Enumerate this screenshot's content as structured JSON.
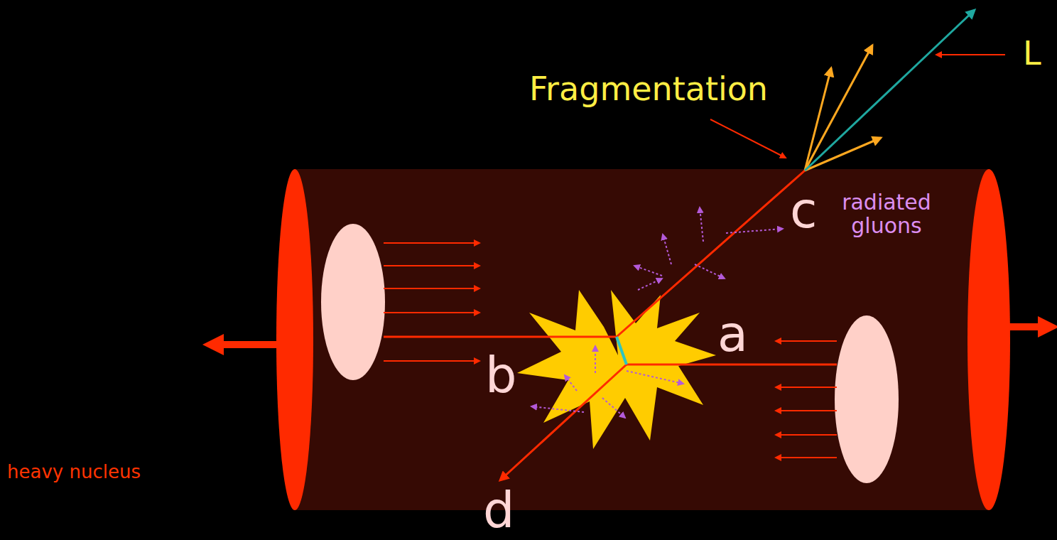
{
  "diagram": {
    "labels": [
      "Fragmentation",
      "L",
      "c",
      "radiated gluons",
      "a",
      "b",
      "d",
      "heavy nucleus"
    ]
  }
}
